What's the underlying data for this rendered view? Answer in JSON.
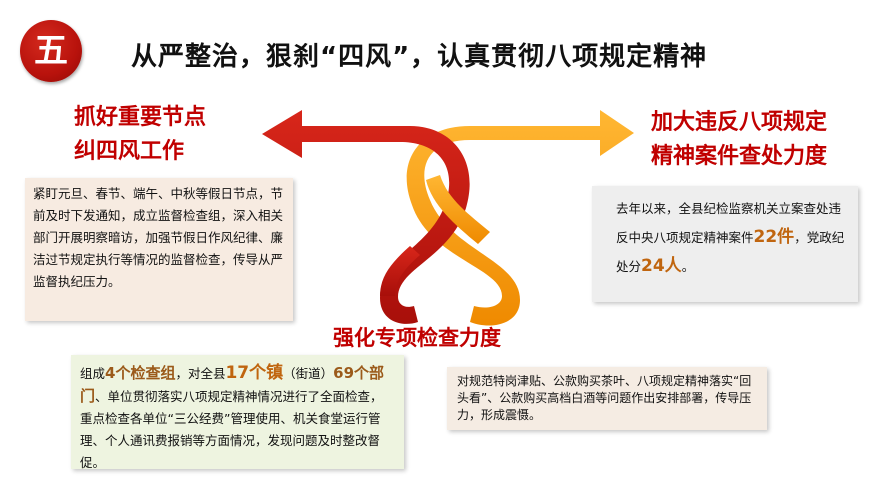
{
  "badge": {
    "number": "五"
  },
  "title": "从严整治，狠刹“四风”，认真贯彻八项规定精神",
  "left": {
    "heading_line1": "抓好重要节点",
    "heading_line2": "纠四风工作",
    "body": "紧盯元旦、春节、端午、中秋等假日节点，节前及时下发通知，成立监督检查组，深入相关部门开展明察暗访，加强节假日作风纪律、廉洁过节规定执行等情况的监督检查，传导从严监督执纪压力。"
  },
  "right": {
    "heading_line1": "加大违反八项规定",
    "heading_line2": "精神案件查处力度",
    "body_part1": "去年以来，全县纪检监察机关立案查处违反中央八项规定精神案件",
    "body_num1": "22件",
    "body_part2": "，党政纪处分",
    "body_num2": "24人",
    "body_part3": "。"
  },
  "center": {
    "heading": "强化专项检查力度"
  },
  "bottom_left": {
    "part1": "组成",
    "num1": "4个检查组",
    "part2": "，对全县",
    "num2": "17个镇",
    "part3": "（街道）",
    "num3": "69个部门",
    "part4": "、单位贯彻落实八项规定精神情况进行了全面检查，重点检查各单位“三公经费”管理使用、机关食堂运行管理、个人通讯费报销等方面情况，发现问题及时整改督促。"
  },
  "bottom_right": {
    "body": "对规范特岗津贴、公款购买茶叶、八项规定精神落实“回头看”、公款购买高档白酒等问题作出安排部署，传导压力，形成震慑。"
  },
  "colors": {
    "red": "#c00000",
    "orange": "#f59d0f",
    "accent": "#c0650f"
  }
}
